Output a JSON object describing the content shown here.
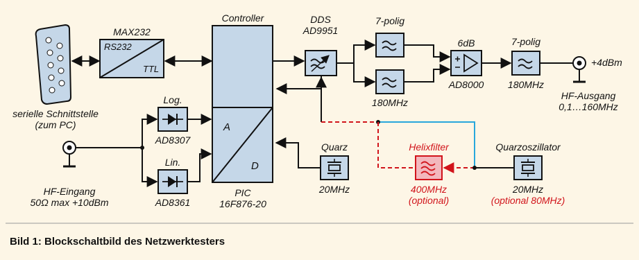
{
  "caption": "Bild 1: Blockschaltbild des Netzwerktesters",
  "labels": {
    "max232": "MAX232",
    "rs232": "RS232",
    "ttl": "TTL",
    "controller": "Controller",
    "dds1": "DDS",
    "dds2": "AD9951",
    "filter_top": "7-polig",
    "filter_bottom_freq": "180MHz",
    "att": "6dB",
    "amp": "AD8000",
    "filter_out_title": "7-polig",
    "filter_out_freq": "180MHz",
    "output_level": "+4dBm",
    "output_title": "HF-Ausgang",
    "output_range": "0,1…160MHz",
    "serial1": "serielle Schnittstelle",
    "serial2": "(zum PC)",
    "log": "Log.",
    "log_chip": "AD8307",
    "lin": "Lin.",
    "lin_chip": "AD8361",
    "adc_a": "A",
    "adc_d": "D",
    "pic1": "PIC",
    "pic2": "16F876-20",
    "quarz": "Quarz",
    "quarz_freq": "20MHz",
    "helix": "Helixfilter",
    "helix_freq": "400MHz",
    "helix_opt": "(optional)",
    "osc": "Quarzoszillator",
    "osc_freq": "20MHz",
    "osc_opt": "(optional 80MHz)",
    "input_title": "HF-Eingang",
    "input_spec": "50Ω max +10dBm"
  },
  "colors": {
    "background": "#fdf6e6",
    "block_fill": "#c5d7e8",
    "line": "#111111",
    "optional": "#d1141b",
    "optional_fill": "#f3b7bd",
    "blue_line": "#27a7dc"
  }
}
